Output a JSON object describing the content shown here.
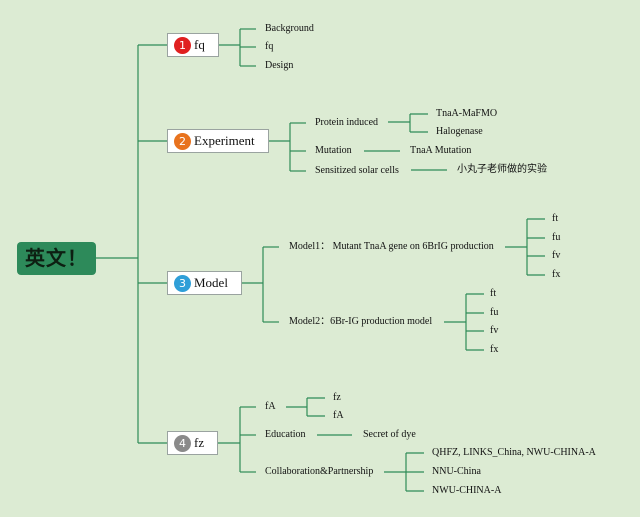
{
  "colors": {
    "line": "#2e8b57",
    "root_bg": "#2d8a5a",
    "badge_1": "#e02020",
    "badge_2": "#e8731e",
    "badge_3": "#2f9fd8",
    "badge_4": "#8a8a8a"
  },
  "root": "英文！",
  "branches": {
    "fq": {
      "num": "1",
      "label": "fq",
      "items": [
        "Background",
        "fq",
        "Design"
      ]
    },
    "experiment": {
      "num": "2",
      "label": "Experiment",
      "protein": "Protein induced",
      "protein_items": [
        "TnaA-MaFMO",
        "Halogenase"
      ],
      "mutation": "Mutation",
      "mutation_item": "TnaA Mutation",
      "solar": "Sensitized solar cells",
      "solar_item": "小丸子老师做的实验"
    },
    "model": {
      "num": "3",
      "label": "Model",
      "model1": "Model1： Mutant TnaA gene on 6BrIG production",
      "model1_items": [
        "ft",
        "fu",
        "fv",
        "fx"
      ],
      "model2": "Model2：6Br-IG production model",
      "model2_items": [
        "ft",
        "fu",
        "fv",
        "fx"
      ]
    },
    "fz": {
      "num": "4",
      "label": "fz",
      "fa": "fA",
      "fa_items": [
        "fz",
        "fA"
      ],
      "education": "Education",
      "education_item": "Secret of dye",
      "collab": "Collaboration&Partnership",
      "collab_items": [
        "QHFZ, LINKS_China, NWU-CHINA-A",
        "NNU-China",
        "NWU-CHINA-A"
      ]
    }
  }
}
